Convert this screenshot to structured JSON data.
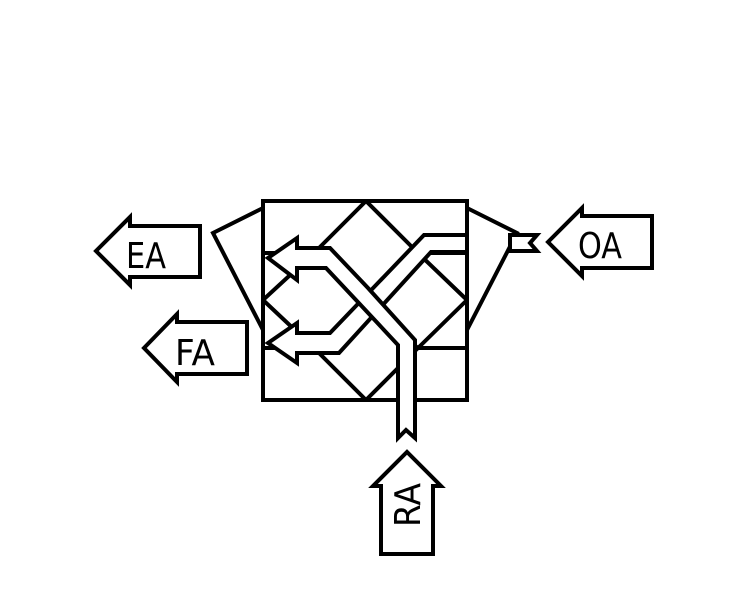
{
  "diagram": {
    "labels": {
      "ea": "EA",
      "fa": "FA",
      "oa": "OA",
      "ra": "RA"
    }
  }
}
